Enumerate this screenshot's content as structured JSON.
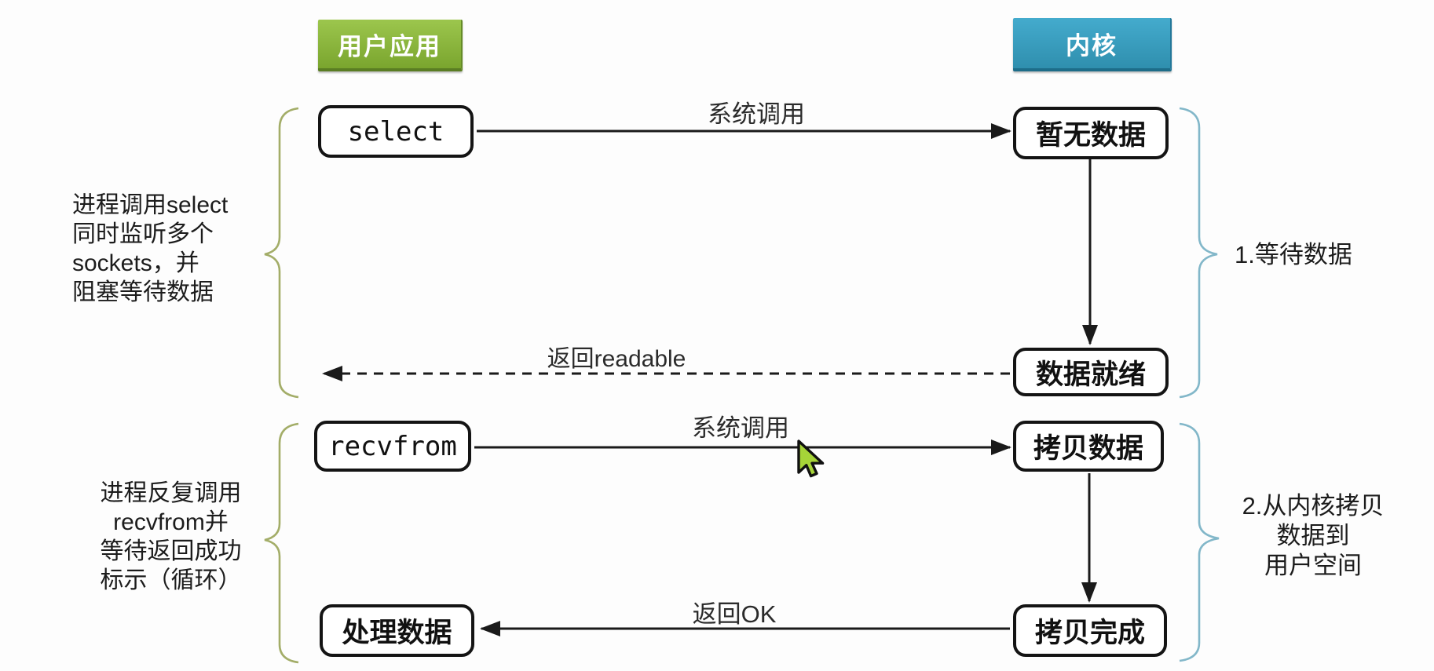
{
  "lanes": {
    "user_app": "用户应用",
    "kernel": "内核"
  },
  "nodes": {
    "select": "select",
    "no_data": "暂无数据",
    "data_ready": "数据就绪",
    "recvfrom": "recvfrom",
    "copy_data": "拷贝数据",
    "copy_done": "拷贝完成",
    "process_data": "处理数据"
  },
  "edges": {
    "syscall_1": "系统调用",
    "return_readable": "返回readable",
    "syscall_2": "系统调用",
    "return_ok": "返回OK"
  },
  "annotations": {
    "left_select": [
      "进程调用select",
      "同时监听多个",
      "sockets，并",
      "阻塞等待数据"
    ],
    "left_recvfrom": [
      "进程反复调用",
      "recvfrom并",
      "等待返回成功",
      "标示（循环）"
    ],
    "right_wait": "1.等待数据",
    "right_copy": [
      "2.从内核拷贝",
      "数据到",
      "用户空间"
    ]
  },
  "colors": {
    "user_app_green": "#7aa52e",
    "kernel_blue": "#35a0c2",
    "brace_left_olive": "#a3ad68",
    "brace_right_blue": "#82b7c9",
    "line_black": "#1a1a1a",
    "cursor_green": "#a6d438"
  },
  "icons": {
    "cursor": "mouse-arrow-pointer"
  }
}
